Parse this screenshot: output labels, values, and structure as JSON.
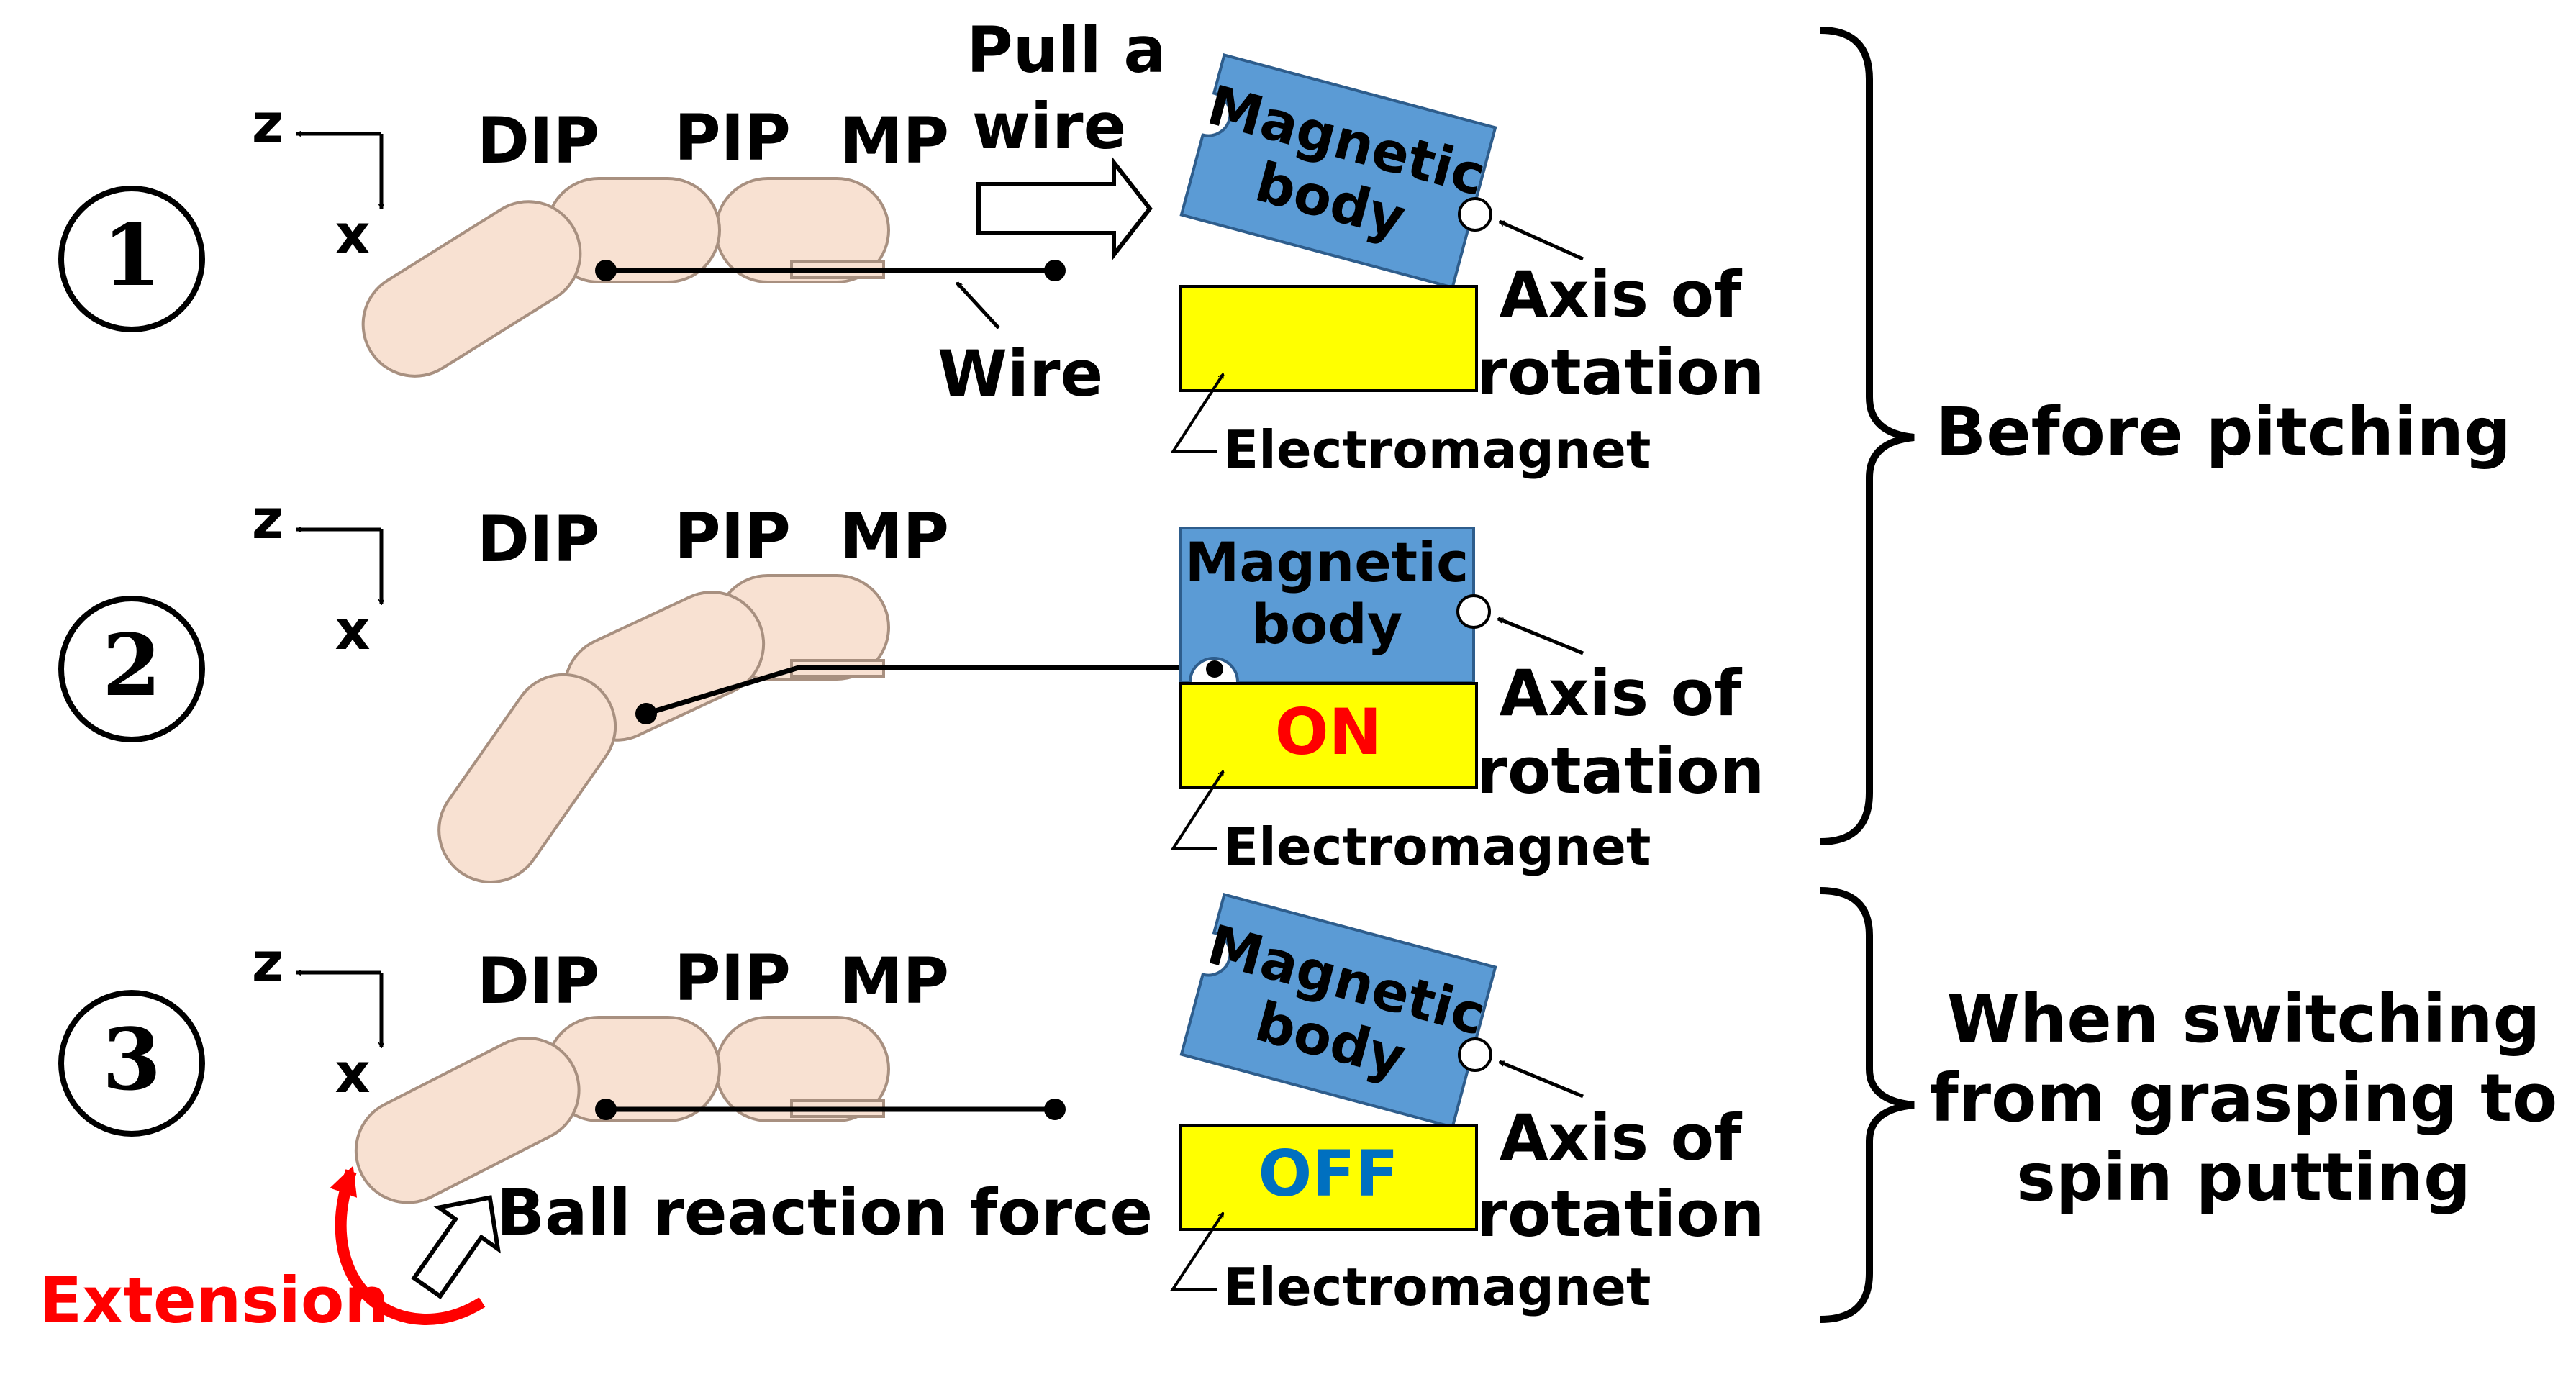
{
  "colors": {
    "finger_fill": "#f8e1d2",
    "finger_stroke": "#a89080",
    "magnet_fill": "#5b9bd5",
    "magnet_stroke": "#2e5d8c",
    "electromagnet_fill": "#ffff00",
    "on_text": "#ff0000",
    "off_text": "#0070c0",
    "extension": "#ff0000"
  },
  "axes": {
    "z": "z",
    "x": "x"
  },
  "joints": {
    "dip": "DIP",
    "pip": "PIP",
    "mp": "MP"
  },
  "states": [
    {
      "number": "1",
      "arrow_text": [
        "Pull a",
        "wire"
      ],
      "wire_label": "Wire",
      "magnetic_body": [
        "Magnetic",
        "body"
      ],
      "axis_label": [
        "Axis of",
        "rotation"
      ],
      "electromagnet_label": "Electromagnet",
      "electromagnet_state": ""
    },
    {
      "number": "2",
      "magnetic_body": [
        "Magnetic",
        "body"
      ],
      "axis_label": [
        "Axis of",
        "rotation"
      ],
      "electromagnet_label": "Electromagnet",
      "electromagnet_state": "ON"
    },
    {
      "number": "3",
      "force_label": "Ball reaction force",
      "extension_label": "Extension",
      "magnetic_body": [
        "Magnetic",
        "body"
      ],
      "axis_label": [
        "Axis of",
        "rotation"
      ],
      "electromagnet_label": "Electromagnet",
      "electromagnet_state": "OFF"
    }
  ],
  "phases": [
    {
      "label": [
        "Before pitching"
      ]
    },
    {
      "label": [
        "When switching",
        "from grasping to",
        "spin putting"
      ]
    }
  ]
}
